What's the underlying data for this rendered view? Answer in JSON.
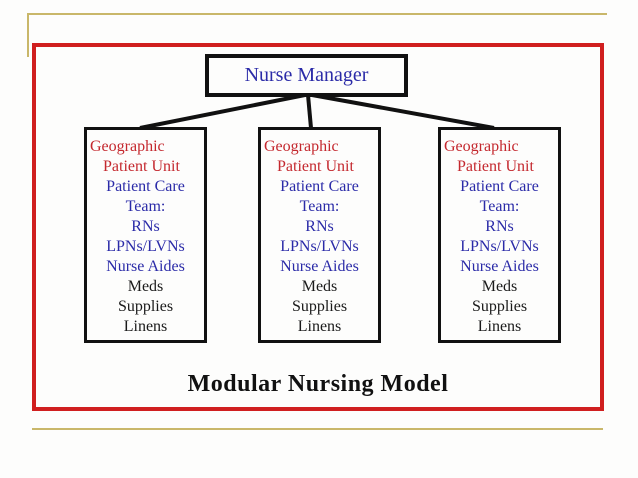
{
  "diagram": {
    "root_label": "Nurse Manager",
    "caption": "Modular Nursing Model",
    "units": [
      {
        "heading_line1": "Geographic",
        "heading_line2": "Patient Unit",
        "team_line1": "Patient Care",
        "team_line2": "Team:",
        "team_line3": "RNs",
        "team_line4": "LPNs/LVNs",
        "team_line5": "Nurse Aides",
        "supply_line1": "Meds",
        "supply_line2": "Supplies",
        "supply_line3": "Linens"
      },
      {
        "heading_line1": "Geographic",
        "heading_line2": "Patient Unit",
        "team_line1": "Patient Care",
        "team_line2": "Team:",
        "team_line3": "RNs",
        "team_line4": "LPNs/LVNs",
        "team_line5": "Nurse Aides",
        "supply_line1": "Meds",
        "supply_line2": "Supplies",
        "supply_line3": "Linens"
      },
      {
        "heading_line1": "Geographic",
        "heading_line2": "Patient Unit",
        "team_line1": "Patient Care",
        "team_line2": "Team:",
        "team_line3": "RNs",
        "team_line4": "LPNs/LVNs",
        "team_line5": "Nurse Aides",
        "supply_line1": "Meds",
        "supply_line2": "Supplies",
        "supply_line3": "Linens"
      }
    ]
  },
  "colors": {
    "frame_red": "#d01f1f",
    "accent_gold": "#c9b76a",
    "text_red": "#c4282e",
    "text_blue": "#2b2ba8",
    "text_black": "#1a1a1a",
    "connector_black": "#111111"
  }
}
